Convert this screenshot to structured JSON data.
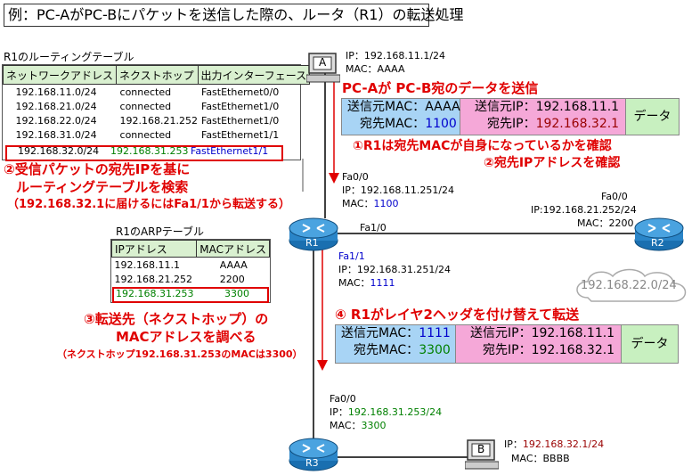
{
  "title": "例：PC-AがPC-Bにパケットを送信した際の、ルータ（R1）の転送処理",
  "routing_table": {
    "caption": "R1のルーティングテーブル",
    "headers": [
      "ネットワークアドレス",
      "ネクストホップ",
      "出力インターフェース"
    ],
    "rows": [
      [
        "192.168.11.0/24",
        "connected",
        "FastEthernet0/0"
      ],
      [
        "192.168.21.0/24",
        "connected",
        "FastEthernet1/0"
      ],
      [
        "192.168.22.0/24",
        "192.168.21.252",
        "FastEthernet1/0"
      ],
      [
        "192.168.31.0/24",
        "connected",
        "FastEthernet1/1"
      ],
      [
        "192.168.32.0/24",
        "192.168.31.253",
        "FastEthernet1/1"
      ]
    ]
  },
  "arp_table": {
    "caption": "R1のARPテーブル",
    "headers": [
      "IPアドレス",
      "MACアドレス"
    ],
    "rows": [
      [
        "192.168.11.1",
        "AAAA"
      ],
      [
        "192.168.21.252",
        "2200"
      ],
      [
        "192.168.31.253",
        "3300"
      ]
    ]
  },
  "pc_a": {
    "label": "A",
    "ip": "IP：192.168.11.1/24",
    "mac": "MAC：AAAA"
  },
  "pc_b": {
    "label": "B",
    "ip_prefix": "IP：",
    "ip_value": "192.168.32.1/24",
    "mac": "MAC：BBBB"
  },
  "r1": {
    "label": "R1",
    "fa00": {
      "name": "Fa0/0",
      "ip": "IP：192.168.11.251/24",
      "mac_prefix": "MAC：",
      "mac_value": "1100"
    },
    "fa10": {
      "name": "Fa1/0"
    },
    "fa11": {
      "name": "Fa1/1",
      "ip": "IP：192.168.31.251/24",
      "mac_prefix": "MAC：",
      "mac_value": "1111"
    }
  },
  "r2": {
    "label": "R2",
    "fa00": "Fa0/0",
    "ip": "IP:192.168.21.252/24",
    "mac": "MAC：2200"
  },
  "r3": {
    "label": "R3",
    "fa00": "Fa0/0",
    "ip_prefix": "IP：",
    "ip_value": "192.168.31.253/24",
    "mac_prefix": "MAC：",
    "mac_value": "3300"
  },
  "cloud_label": "192.168.22.0/24",
  "packet1": {
    "heading": "PC-Aが PC-B宛のデータを送信",
    "src_mac_label": "送信元MAC：",
    "src_mac": "AAAA",
    "dst_mac_label": "宛先MAC：",
    "dst_mac": "1100",
    "src_ip_label": "送信元IP：",
    "src_ip": "192.168.11.1",
    "dst_ip_label": "宛先IP：",
    "dst_ip": "192.168.32.1",
    "data": "データ"
  },
  "packet2": {
    "heading": "④ R1がレイヤ2ヘッダを付け替えて転送",
    "src_mac_label": "送信元MAC：",
    "src_mac": "1111",
    "dst_mac_label": "宛先MAC：",
    "dst_mac": "3300",
    "src_ip_label": "送信元IP：",
    "src_ip": "192.168.11.1",
    "dst_ip_label": "宛先IP：",
    "dst_ip": "192.168.32.1",
    "data": "データ"
  },
  "steps": {
    "step1": "①R1は宛先MACが自身になっているかを確認",
    "step2": "②宛先IPアドレスを確認",
    "step2b_line1": "②受信パケットの宛先IPを基に",
    "step2b_line2": "ルーティングテーブルを検索",
    "step2b_line3": "（192.168.32.1に届けるにはFa1/1から転送する）",
    "step3_line1": "③転送先（ネクストホップ）の",
    "step3_line2": "MACアドレスを調べる",
    "step3_line3": "（ネクストホップ192.168.31.253のMACは3300）"
  },
  "colors": {
    "red": "#e00000",
    "blue": "#0000cc",
    "green": "#008000",
    "mac_box": "#a8d4f5",
    "ip_box": "#f5a8d8",
    "data_box": "#c8f0c0",
    "header_box": "#d9f0d0"
  }
}
